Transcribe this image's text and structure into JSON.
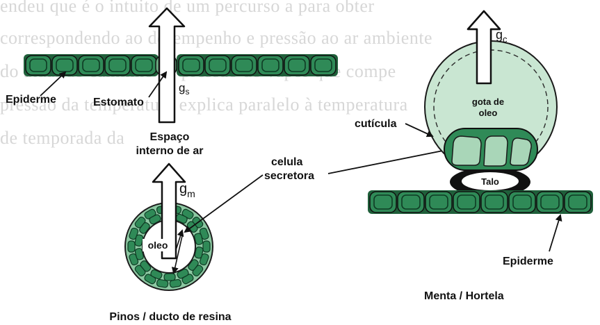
{
  "background_text": {
    "line1": "endeu que é o intuito de um percurso a para obter",
    "line2": "correspondendo ao desempenho e pressão ao ar ambiente",
    "line3": "do atual do caminho de pressão do vapor que compe",
    "line4": "pressão da temperatura explica paralelo à temperatura",
    "line5": "de temporada da"
  },
  "labels": {
    "epiderme_left": "Epiderme",
    "estomato": "Estomato",
    "gs": "g",
    "gs_sub": "s",
    "espaco_line1": "Espaço",
    "espaco_line2": "interno de ar",
    "gm": "g",
    "gm_sub": "m",
    "oleo_left": "oleo",
    "pinos_caption": "Pinos / ducto de resina",
    "celula_line1": "celula",
    "celula_line2": "secretora",
    "gc": "g",
    "gc_sub": "c",
    "gota_line1": "gota de",
    "gota_line2": "oleo",
    "cuticula": "cutícula",
    "talo": "Talo",
    "epiderme_right": "Epiderme",
    "menta_caption": "Menta / Hortela"
  },
  "colors": {
    "cell_green": "#2f8a57",
    "cell_dark": "#1f5f3a",
    "droplet": "#c9e6d2",
    "stalk": "#111111"
  }
}
